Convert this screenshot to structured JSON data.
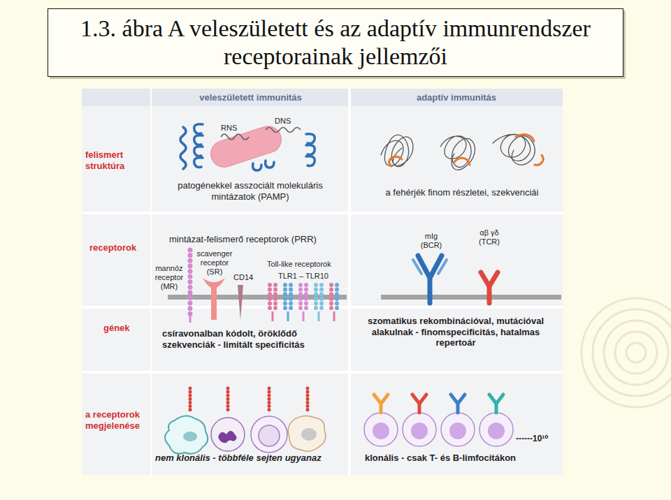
{
  "diagram": {
    "title": "1.3. ábra A veleszületett és az adaptív immunrendszer receptorainak jellemzői",
    "nodes": [
      {
        "text": [
          "veleszületett immunitás"
        ]
      },
      {
        "text": [
          "adaptív immunitás"
        ]
      }
    ],
    "labels": [
      "felismert struktúra",
      "RNS",
      "DNS",
      "patogénekkel asszociált molekuláris mintázatok (PAMP)",
      "a fehérjék finom részletei, szekvenciái",
      "receptorok",
      "mintázat-felismerő receptorok (PRR)",
      "mannóz receptor (MR)",
      "scavenger receptor (SR)",
      "CD14",
      "Toll-like receptorok",
      "TLR1 – TLR10",
      "mIg (BCR)",
      "αβ γδ (TCR)",
      "gének",
      "csíravonalban kódolt, öröklődő szekvenciák - limitált specificitás",
      "szomatikus rekombinációval, mutációval alakulnak - finomspecificitás, hatalmas repertoár",
      "a receptorok megjelenése",
      "------10¹⁰",
      "nem klonális - többféle sejten ugyanaz",
      "klonális - csak T- és B-limfocitákon"
    ]
  }
}
